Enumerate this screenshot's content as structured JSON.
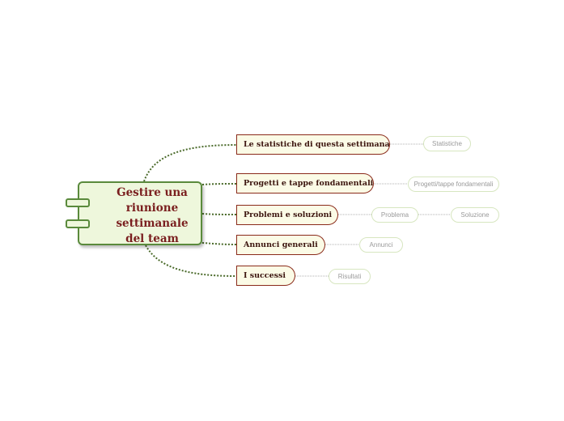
{
  "root": {
    "title": "Gestire una riunione settimanale del team"
  },
  "branches": [
    {
      "label": "Le statistiche di questa settimana",
      "children": [
        "Statistiche"
      ]
    },
    {
      "label": "Progetti e tappe fondamentali",
      "children": [
        "Progetti/tappe fondamentali"
      ]
    },
    {
      "label": "Problemi e soluzioni",
      "children": [
        "Problema",
        "Soluzione"
      ]
    },
    {
      "label": "Annunci generali",
      "children": [
        "Annunci"
      ]
    },
    {
      "label": "I successi",
      "children": [
        "Risultati"
      ]
    }
  ],
  "colors": {
    "root_fill": "#eef7dc",
    "root_border": "#5a8a3c",
    "branch_border": "#8a2a1a",
    "connector": "#4a6a2a"
  }
}
